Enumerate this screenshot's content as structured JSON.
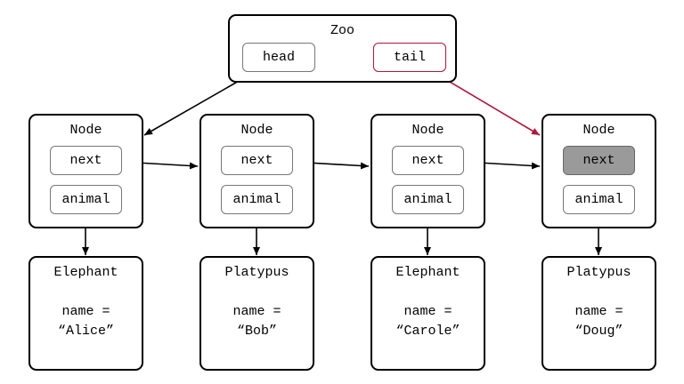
{
  "colors": {
    "accent": "#b0173a",
    "stroke": "#000000",
    "field_border": "#777777",
    "null_fill": "#9a9a9a"
  },
  "zoo": {
    "title": "Zoo",
    "head_label": "head",
    "tail_label": "tail"
  },
  "nodes": [
    {
      "title": "Node",
      "next_label": "next",
      "animal_label": "animal",
      "next_is_null": false
    },
    {
      "title": "Node",
      "next_label": "next",
      "animal_label": "animal",
      "next_is_null": false
    },
    {
      "title": "Node",
      "next_label": "next",
      "animal_label": "animal",
      "next_is_null": false
    },
    {
      "title": "Node",
      "next_label": "next",
      "animal_label": "animal",
      "next_is_null": true
    }
  ],
  "animals": [
    {
      "type": "Elephant",
      "name_line": "name =",
      "value": "“Alice”"
    },
    {
      "type": "Platypus",
      "name_line": "name =",
      "value": "“Bob”"
    },
    {
      "type": "Elephant",
      "name_line": "name =",
      "value": "“Carole”"
    },
    {
      "type": "Platypus",
      "name_line": "name =",
      "value": "“Doug”"
    }
  ]
}
